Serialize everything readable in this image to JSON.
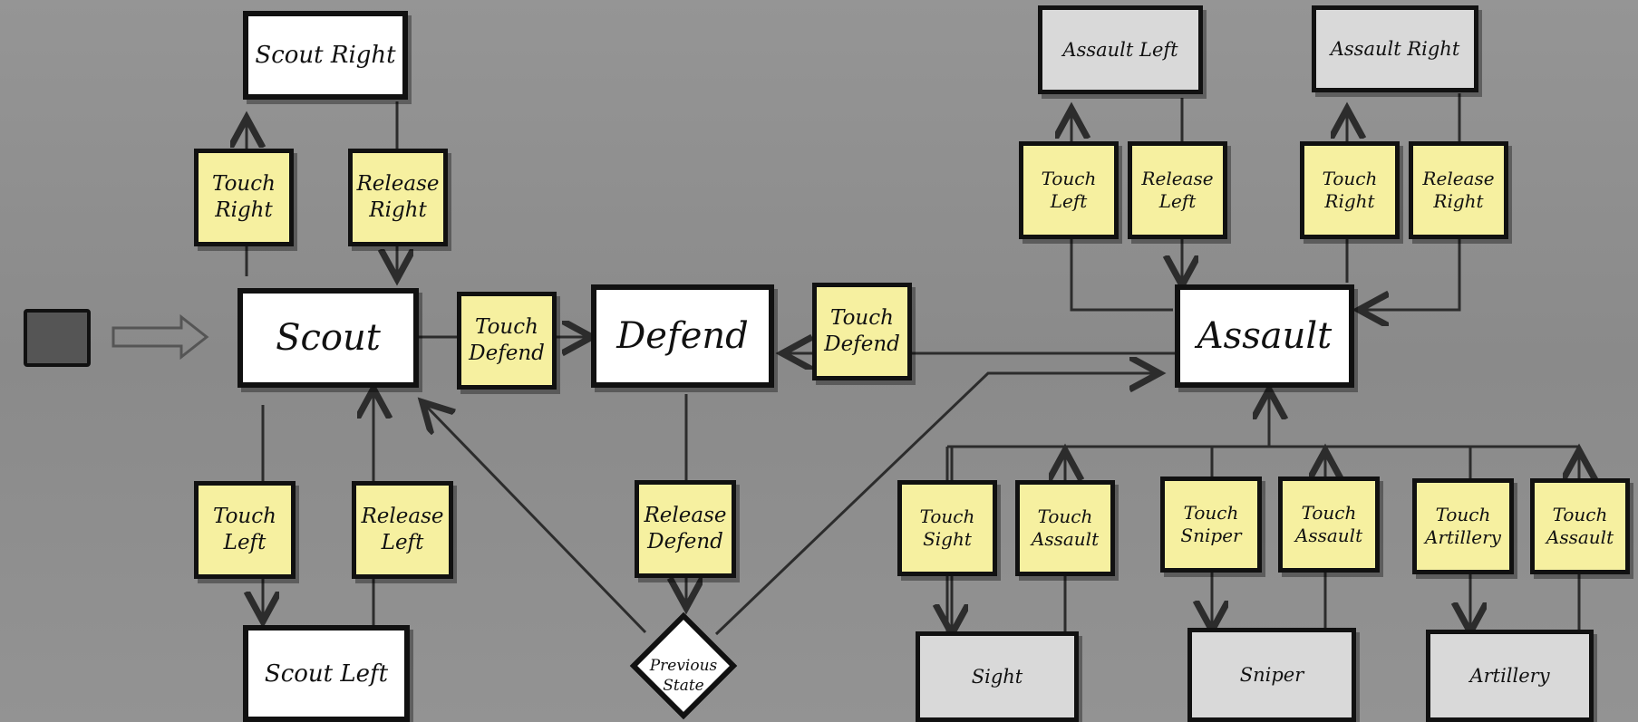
{
  "colors": {
    "background": "#8e8e8e",
    "sticky": "#f6f0a0",
    "state": "#ffffff",
    "state_secondary": "#d9d9d9",
    "line": "#2c2c2c"
  },
  "states": {
    "scout": "Scout",
    "defend": "Defend",
    "assault": "Assault",
    "scout_right": "Scout Right",
    "scout_left": "Scout Left",
    "assault_left": "Assault Left",
    "assault_right": "Assault Right",
    "sight": "Sight",
    "sniper": "Sniper",
    "artillery": "Artillery",
    "previous_state": "Previous\nState"
  },
  "events": {
    "touch_right_scout": "Touch\nRight",
    "release_right_scout": "Release\nRight",
    "touch_left_scout": "Touch\nLeft",
    "release_left_scout": "Release\nLeft",
    "touch_defend_1": "Touch\nDefend",
    "touch_defend_2": "Touch\nDefend",
    "release_defend": "Release\nDefend",
    "touch_left_assault": "Touch\nLeft",
    "release_left_assault": "Release\nLeft",
    "touch_right_assault": "Touch\nRight",
    "release_right_assault": "Release\nRight",
    "touch_sight": "Touch\nSight",
    "touch_assault_1": "Touch\nAssault",
    "touch_sniper": "Touch\nSniper",
    "touch_assault_2": "Touch\nAssault",
    "touch_artillery": "Touch\nArtillery",
    "touch_assault_3": "Touch\nAssault"
  }
}
